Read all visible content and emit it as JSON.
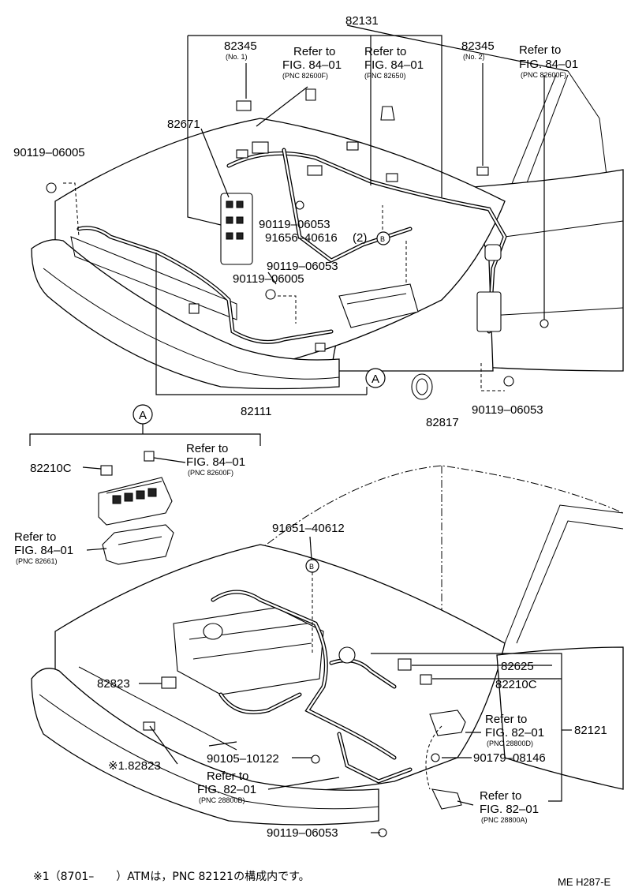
{
  "labels": {
    "p82131": "82131",
    "p82345_1": "82345",
    "p82345_1_note": "(No. 1)",
    "p82345_2": "82345",
    "p82345_2_note": "(No. 2)",
    "ref1_a": "Refer to",
    "ref1_b": "FIG. 84–01",
    "ref1_c": "(PNC 82600F)",
    "ref2_a": "Refer to",
    "ref2_b": "FIG. 84–01",
    "ref2_c": "(PNC 82650)",
    "ref3_a": "Refer to",
    "ref3_b": "FIG. 84–01",
    "ref3_c": "(PNC 82600F)",
    "p82671": "82671",
    "p90119_06005_a": "90119–06005",
    "p90119_06053_a": "90119–06053",
    "p91656_40616": "91656–40616",
    "p91656_qty": "(2)",
    "callout_b": "B",
    "p90119_06053_b": "90119–06053",
    "p90119_06005_b": "90119–06005",
    "callout_a": "A",
    "p82111": "82111",
    "p82817": "82817",
    "p90119_06053_c": "90119–06053",
    "inset_a": "A",
    "p82210c_a": "82210C",
    "ref4_a": "Refer to",
    "ref4_b": "FIG. 84–01",
    "ref4_c": "(PNC 82600F)",
    "ref5_a": "Refer to",
    "ref5_b": "FIG. 84–01",
    "ref5_c": "(PNC 82661)",
    "p91651_40612": "91651–40612",
    "callout_b2": "B",
    "p82625": "82625",
    "p82210c_b": "82210C",
    "p82823_a": "82823",
    "ref6_a": "Refer to",
    "ref6_b": "FIG. 82–01",
    "ref6_c": "(PNC 28800D)",
    "p82121": "82121",
    "p82823_b": "※1.82823",
    "p90105_10122": "90105–10122",
    "p90179_08146": "90179–08146",
    "ref7_a": "Refer to",
    "ref7_b": "FIG. 82–01",
    "ref7_c": "(PNC 28800B)",
    "ref8_a": "Refer to",
    "ref8_b": "FIG. 82–01",
    "ref8_c": "(PNC 28800A)",
    "p90119_06053_d": "90119–06053"
  },
  "footer": {
    "note": "※1（8701–　　）ATMは，PNC 82121の構成内です。",
    "code": "ME H287-E"
  }
}
